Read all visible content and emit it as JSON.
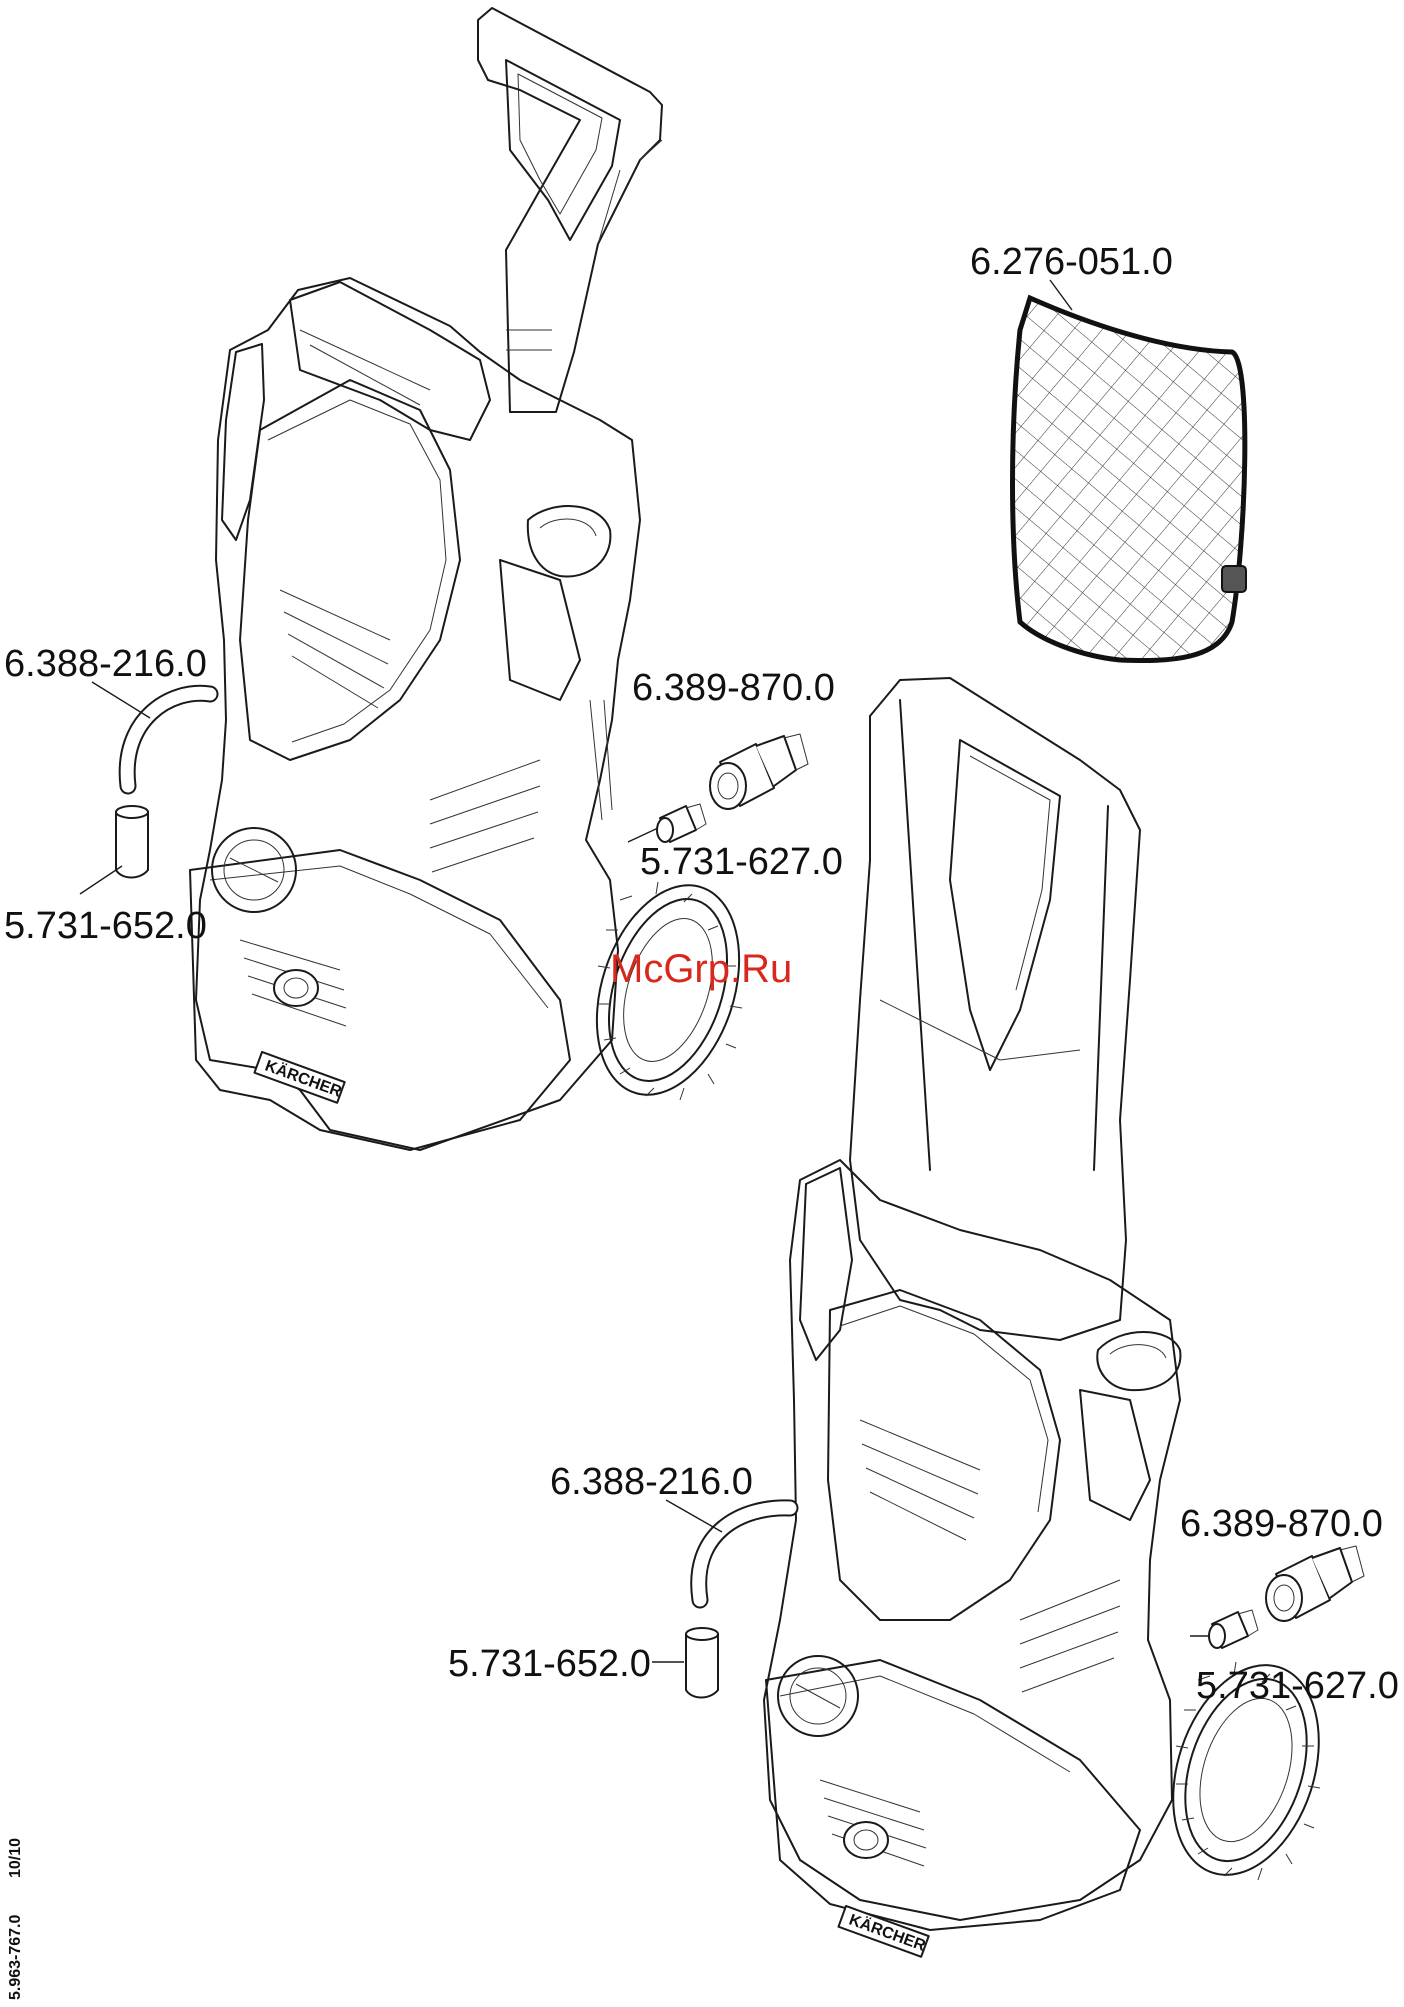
{
  "labels": {
    "filter_net": "6.276-051.0",
    "hose_left": "6.388-216.0",
    "cap_left": "5.731-652.0",
    "coupling_left": "6.389-870.0",
    "nipple_left": "5.731-627.0",
    "hose_right": "6.388-216.0",
    "cap_right": "5.731-652.0",
    "coupling_right": "6.389-870.0",
    "nipple_right": "5.731-627.0"
  },
  "watermark": "McGrp.Ru",
  "side_code": "5.963-767.0",
  "side_page": "10/10",
  "brand": "KÄRCHER"
}
